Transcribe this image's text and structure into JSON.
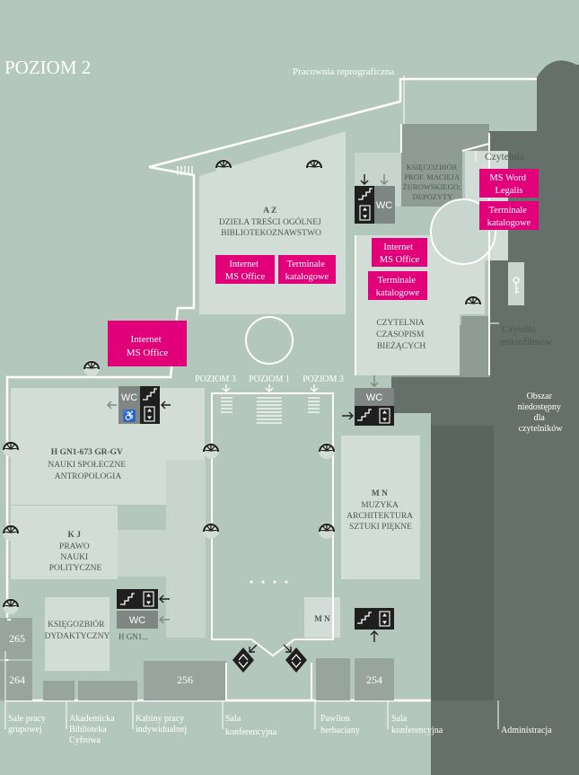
{
  "level_title": "POZIOM 2",
  "colors": {
    "background": "#b4c7bd",
    "room": "#d1ddd6",
    "dark_zone": "#66706b",
    "staff_zone": "#97a59e",
    "magenta": "#e1007a",
    "black_box": "#1f1f1f",
    "grey_box": "#7e8783"
  },
  "top_labels": {
    "reprography": "Pracownia reprograficzna",
    "reading_room": "Czytelnia",
    "microfilm_readers": [
      "Czytniki",
      "mikrofilmów"
    ],
    "restricted_area": [
      "Obszar",
      "niedostępny",
      "dla",
      "czytelników"
    ]
  },
  "rooms": {
    "az": {
      "code": "A Z",
      "lines": [
        "DZIEŁA TREŚCI OGÓLNEJ",
        "BIBLIOTEKOZNAWSTWO"
      ]
    },
    "prof": {
      "lines": [
        "KSIĘGOZBIÓR",
        "PROF. MACIEJA",
        "ŻUROWSKIEGO;",
        "DEPOZYTY"
      ]
    },
    "periodicals": {
      "lines": [
        "CZYTELNIA",
        "CZASOPISM",
        "BIEŻĄCYCH"
      ]
    },
    "h": {
      "code": "H GN1-673 GR-GV",
      "lines": [
        "NAUKI SPOŁECZNE",
        "ANTROPOLOGIA"
      ]
    },
    "kj": {
      "code": "K J",
      "lines": [
        "PRAWO",
        "NAUKI",
        "POLITYCZNE"
      ]
    },
    "mn": {
      "code": "M N",
      "lines": [
        "MUZYKA",
        "ARCHITEKTURA",
        "SZTUKI PIĘKNE"
      ]
    },
    "mn_small": {
      "code": "M N"
    },
    "didactic": {
      "lines": [
        "KSIĘGOZBIÓR",
        "DYDAKTYCZNY"
      ]
    }
  },
  "service_boxes": {
    "internet_az": [
      "Internet",
      "MS Office"
    ],
    "terminals_az": [
      "Terminale",
      "katalogowe"
    ],
    "internet_left": [
      "Internet",
      "MS Office"
    ],
    "internet_right": [
      "Internet",
      "MS Office"
    ],
    "terminals_right": [
      "Terminale",
      "katalogowe"
    ],
    "ms_word": [
      "MS Word",
      "Legalis"
    ],
    "terminals_reading": [
      "Terminale",
      "katalogowe"
    ]
  },
  "wc_label": "WC",
  "stairs_labels": {
    "left": "POZIOM 3",
    "center": "POZIOM 1",
    "right": "POZIOM 3"
  },
  "bottom_left_hint": "H GN1...",
  "room_numbers": {
    "r265": "265",
    "r264": "264",
    "r256": "256",
    "r254": "254"
  },
  "bottom_legend": [
    [
      "Sale pracy",
      "grupowej"
    ],
    [
      "Akademicka",
      "Biblioteka",
      "Cyfrowa"
    ],
    [
      "Kabiny pracy",
      "indywidualnej"
    ],
    [
      "Sala",
      "konferencyjna"
    ],
    [
      "Pawilon",
      "herbaciany"
    ],
    [
      "Sala",
      "konferencyjna"
    ],
    [
      "Administracja"
    ]
  ]
}
